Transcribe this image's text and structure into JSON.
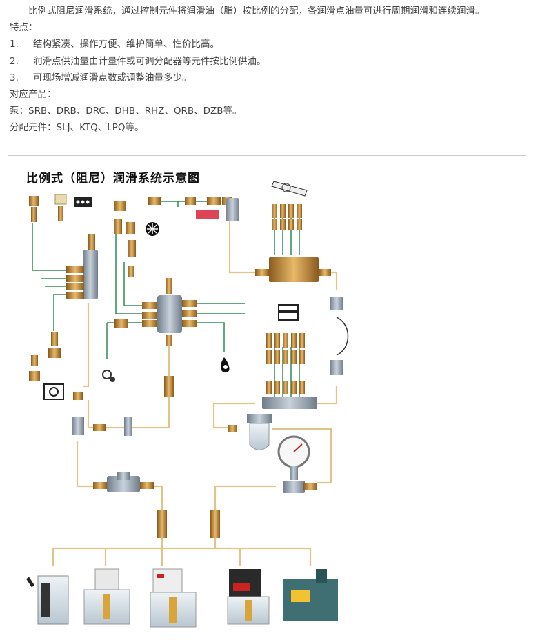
{
  "intro": "比例式阻尼润滑系统，通过控制元件将润滑油（脂）按比例的分配，各润滑点油量可进行周期润滑和连续润滑。",
  "features_heading": "特点：",
  "features": [
    {
      "num": "1.",
      "text": "结构紧凑、操作方便、维护简单、性价比高。"
    },
    {
      "num": "2.",
      "text": "润滑点供油量由计量件或可调分配器等元件按比例供油。"
    },
    {
      "num": "3.",
      "text": "可现场增减润滑点数或调整油量多少。"
    }
  ],
  "products_heading": "对应产品：",
  "pumps": "泵：SRB、DRB、DRC、DHB、RHZ、QRB、DZB等。",
  "distributors": "分配元件：SLJ、KTQ、LPQ等。",
  "diagram_title": "比例式（阻尼）润滑系统示意图",
  "colors": {
    "pipe_green": "#2e8b57",
    "pipe_tan": "#e0c48a",
    "brass": "#c8964a",
    "block_gray": "#9aa6b2"
  }
}
